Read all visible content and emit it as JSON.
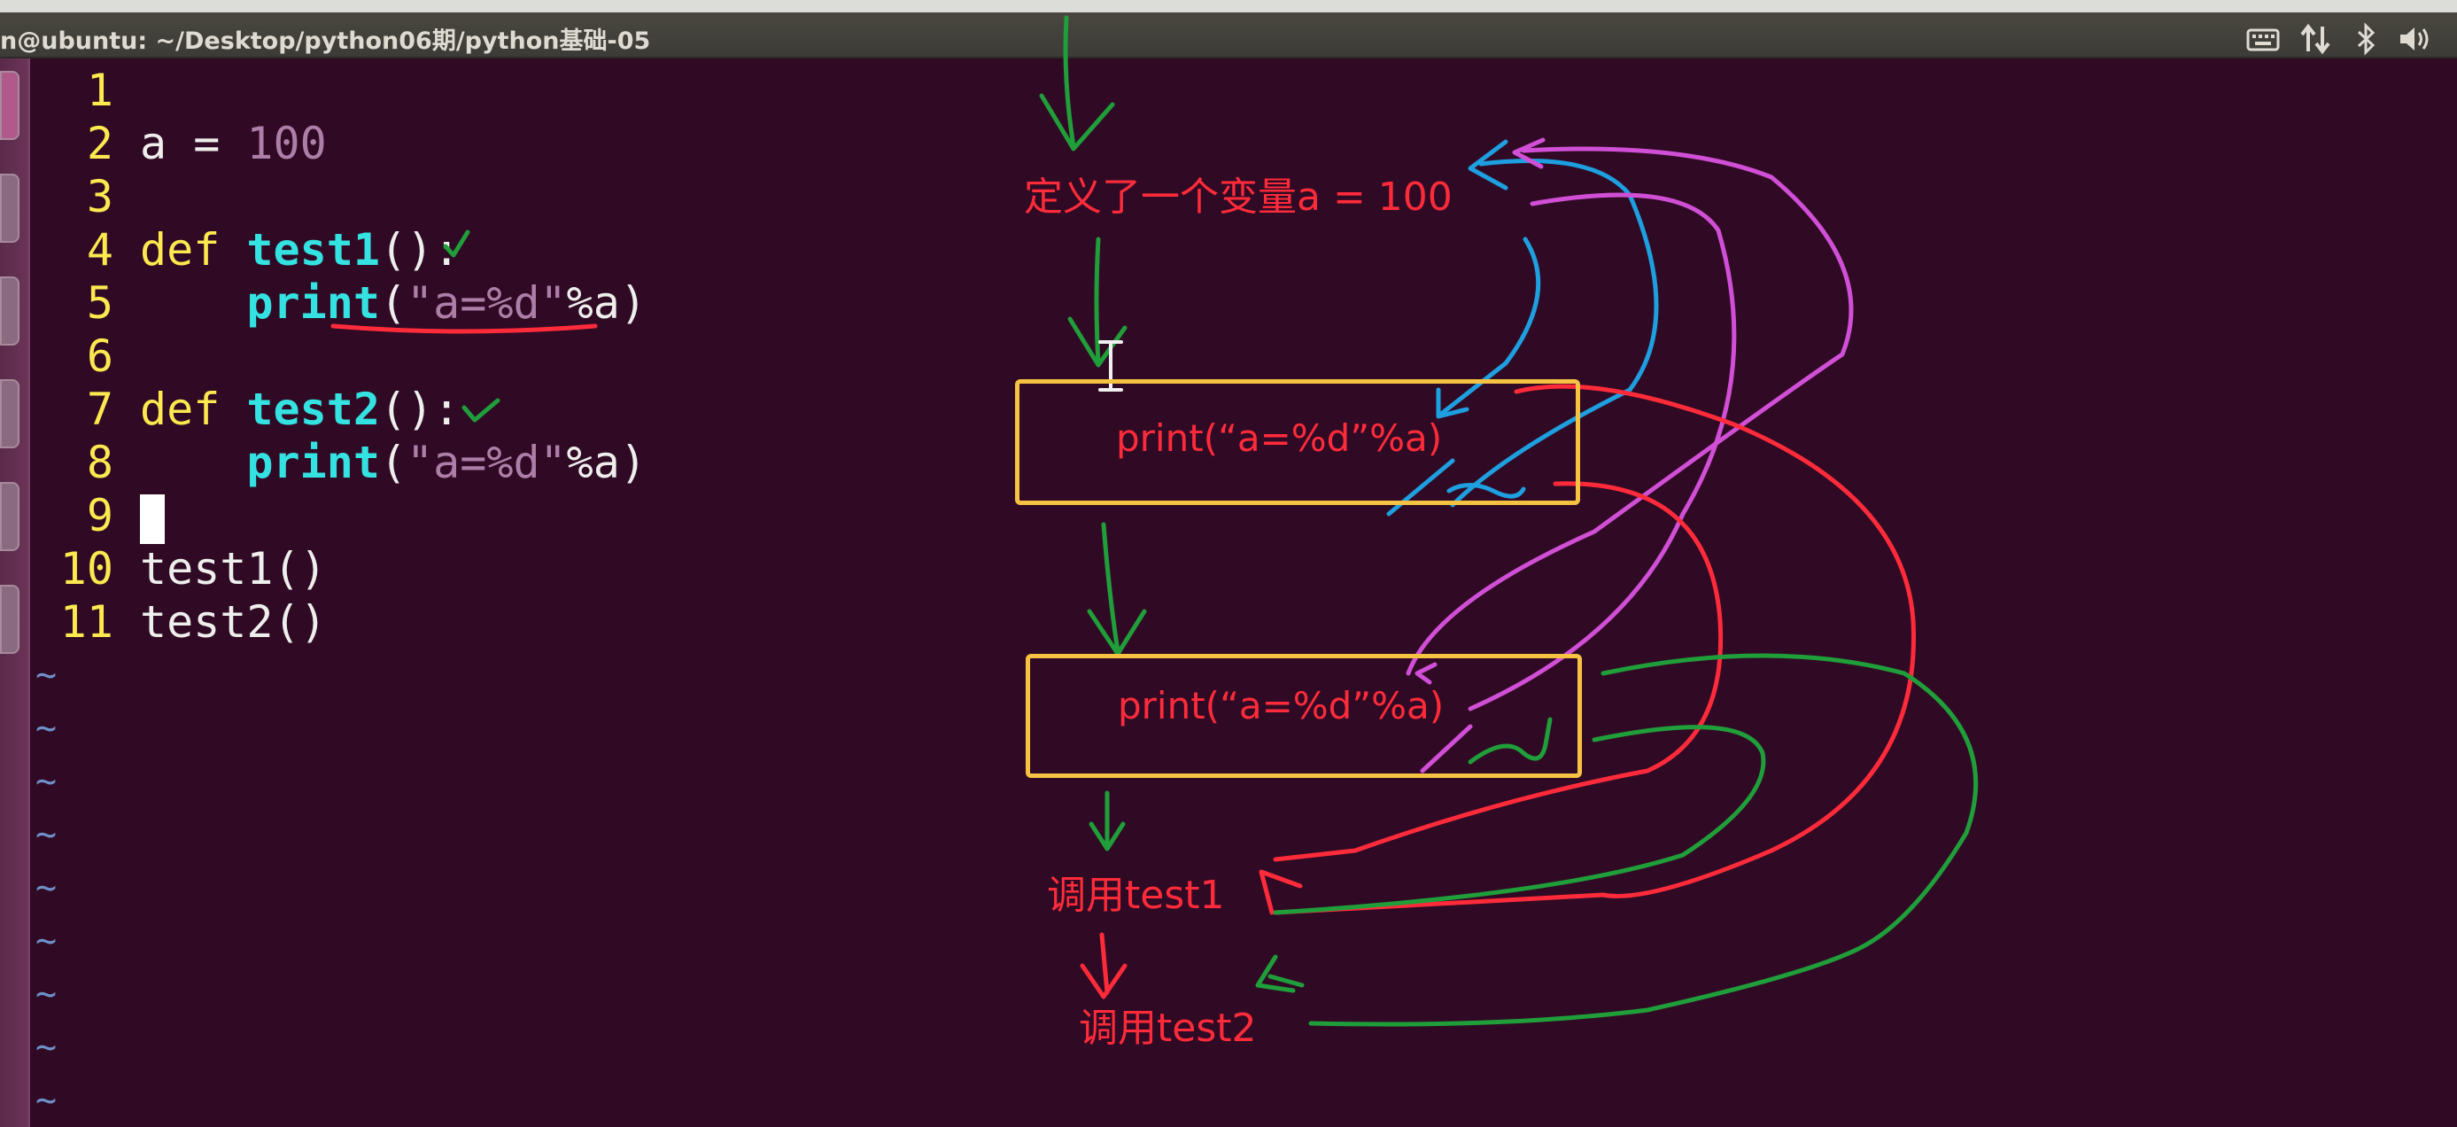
{
  "window": {
    "title": "n@ubuntu: ~/Desktop/python06期/python基础-05"
  },
  "tray": [
    "keyboard-icon",
    "network-icon",
    "bluetooth-icon",
    "volume-icon"
  ],
  "editor": {
    "lines": [
      {
        "num": "1",
        "tokens": []
      },
      {
        "num": "2",
        "tokens": [
          {
            "t": "a = ",
            "c": "code"
          },
          {
            "t": "100",
            "c": "num"
          }
        ]
      },
      {
        "num": "3",
        "tokens": []
      },
      {
        "num": "4",
        "tokens": [
          {
            "t": "def ",
            "c": "kw"
          },
          {
            "t": "test1",
            "c": "fn"
          },
          {
            "t": "():",
            "c": "code"
          }
        ]
      },
      {
        "num": "5",
        "tokens": [
          {
            "t": "    ",
            "c": "code"
          },
          {
            "t": "print",
            "c": "fn"
          },
          {
            "t": "(",
            "c": "code"
          },
          {
            "t": "\"a=%d\"",
            "c": "str"
          },
          {
            "t": "%a)",
            "c": "code"
          }
        ]
      },
      {
        "num": "6",
        "tokens": []
      },
      {
        "num": "7",
        "tokens": [
          {
            "t": "def ",
            "c": "kw"
          },
          {
            "t": "test2",
            "c": "fn"
          },
          {
            "t": "():",
            "c": "code"
          }
        ]
      },
      {
        "num": "8",
        "tokens": [
          {
            "t": "    ",
            "c": "code"
          },
          {
            "t": "print",
            "c": "fn"
          },
          {
            "t": "(",
            "c": "code"
          },
          {
            "t": "\"a=%d\"",
            "c": "str"
          },
          {
            "t": "%a)",
            "c": "code"
          }
        ]
      },
      {
        "num": "9",
        "tokens": []
      },
      {
        "num": "10",
        "tokens": [
          {
            "t": "test1()",
            "c": "code"
          }
        ]
      },
      {
        "num": "11",
        "tokens": [
          {
            "t": "test2()",
            "c": "code"
          }
        ]
      }
    ],
    "tilde": "~",
    "tilde_count": 9
  },
  "annotations": {
    "define_label": "定义了一个变量a = 100",
    "box1_text": "print(“a=%d”%a)",
    "box2_text": "print(“a=%d”%a)",
    "call1_label": "调用test1",
    "call2_label": "调用test2"
  },
  "colors": {
    "terminal_bg": "#300a24",
    "line_number": "#fce94f",
    "keyword": "#fce94f",
    "function": "#34e2e2",
    "string": "#ad7fa8",
    "annotation_red": "#ff2b3a",
    "annotation_green": "#1f9e3a",
    "annotation_blue": "#1e9fe0",
    "annotation_magenta": "#d14fd6",
    "box_border": "#f5c242"
  }
}
